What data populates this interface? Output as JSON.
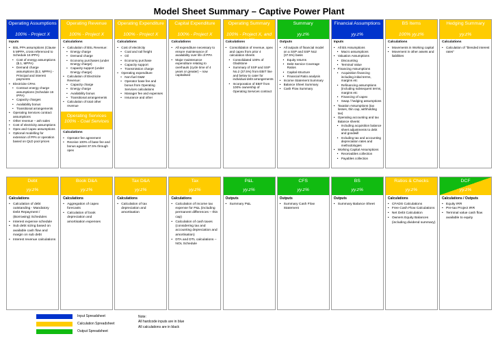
{
  "title": "Model Sheet Summary – Captive Power Plant",
  "colors": {
    "input": "#0033cc",
    "calculation": "#ffcc00",
    "output": "#11bb11"
  },
  "row1": [
    {
      "title": "Operating Assumptions",
      "sub": "100% - Project X",
      "kind": "blue",
      "heading": "Inputs",
      "items": [
        {
          "l": 0,
          "t": "BSL PPA assumptions (Clause 5 MPPA, cross referenced to Schedule 16 IPPA)"
        },
        {
          "l": 1,
          "t": "Cost of energy assumptions ($.1, MPPA)"
        },
        {
          "l": 1,
          "t": "Demand charge assumptions ($.2, MPPA) - Principal and interest payments"
        },
        {
          "l": 0,
          "t": "Electricite CPAs"
        },
        {
          "l": 1,
          "t": "Contract energy charge assumptions (Schedule 16 IPPA)"
        },
        {
          "l": 1,
          "t": "Capacity charges"
        },
        {
          "l": 1,
          "t": "Availability bonus"
        },
        {
          "l": 1,
          "t": "Transitional arrangements"
        },
        {
          "l": 0,
          "t": "Operating Services contract assumptions"
        },
        {
          "l": 0,
          "t": "Other revenue – ash sales"
        },
        {
          "l": 0,
          "t": "Cost of electricity assumptions"
        },
        {
          "l": 0,
          "t": "Opex and Capex assumptions"
        },
        {
          "l": 0,
          "t": "Optional modelling for extension of PPA or operation based on QLD pool prices"
        }
      ]
    },
    {
      "title": "Operating Revenue",
      "sub": "100% - Project X",
      "kind": "yellow",
      "heading": "Calculations",
      "items": [
        {
          "l": 0,
          "t": "Calculation of BSL Revenue:"
        },
        {
          "l": 1,
          "t": "Energy charge"
        },
        {
          "l": 1,
          "t": "Demand charge"
        },
        {
          "l": 1,
          "t": "Economy purchases (under Energy charge)"
        },
        {
          "l": 1,
          "t": "Capacity support (under Energy charge)"
        },
        {
          "l": 0,
          "t": "Calculation of Electricite Revenue:"
        },
        {
          "l": 1,
          "t": "Capacity charge"
        },
        {
          "l": 1,
          "t": "Energy charge"
        },
        {
          "l": 1,
          "t": "Availability bonus"
        },
        {
          "l": 1,
          "t": "Transitional arrangements"
        },
        {
          "l": 0,
          "t": "Calculation of total other revenue"
        }
      ],
      "sub_section": {
        "title": "Operating Services",
        "sub": "100% - Coal Services",
        "heading": "Calculations",
        "items": [
          {
            "l": 0,
            "t": "Operator fee agreement"
          },
          {
            "l": 0,
            "t": "Receive 100% of base fee and bonus against 37.5% through opex"
          }
        ]
      }
    },
    {
      "title": "Operating Expenditure",
      "sub": "100% - Project X",
      "kind": "yellow",
      "heading": "Calculations",
      "items": [
        {
          "l": 0,
          "t": "Cost of electricity"
        },
        {
          "l": 1,
          "t": "Coal and rail freight"
        },
        {
          "l": 1,
          "t": "Oil"
        },
        {
          "l": 1,
          "t": "Economy purchase"
        },
        {
          "l": 1,
          "t": "Capacity support"
        },
        {
          "l": 1,
          "t": "Transmission charge"
        },
        {
          "l": 0,
          "t": "Operating expenditure"
        },
        {
          "l": 1,
          "t": "Non-fuel O&M"
        },
        {
          "l": 1,
          "t": "Operator base fee and bonus from Operating Services calculations"
        },
        {
          "l": 1,
          "t": "Manager fee and expenses"
        },
        {
          "l": 1,
          "t": "Insurance and other"
        }
      ]
    },
    {
      "title": "Capital Expenditure",
      "sub": "100% - Project X",
      "kind": "yellow",
      "heading": "Calculations",
      "items": [
        {
          "l": 0,
          "t": "All expenditure necessary to ensure maintenance of availability over life of PPA"
        },
        {
          "l": 0,
          "t": "Major maintenance expenditure relating to overhauls (cycle time of 4 years or greater) – now capitalised"
        }
      ]
    },
    {
      "title": "Operating Summary",
      "sub": "100% - Project X, and yy.z%",
      "kind": "yellow",
      "heading": "Calculations",
      "items": [
        {
          "l": 0,
          "t": "Consolidation of revenue, opex and capex from prior 4 calculation sheets"
        },
        {
          "l": 1,
          "t": "Consolidated 100% of Gladstone"
        },
        {
          "l": 1,
          "t": "Summary of SSP and SSP No.2 (37.5%) from EBIT line and below to cater for individual debt arrangements"
        },
        {
          "l": 1,
          "t": "Incorporation of EBIT from 100% ownership of Operating Services contract"
        }
      ]
    },
    {
      "title": "Summary",
      "sub": "yy.z%",
      "kind": "green",
      "heading": "Outputs",
      "items": [
        {
          "l": 0,
          "t": "All outputs of financial model on a SSP and SSP No2 (37.5%) basis"
        },
        {
          "l": 1,
          "t": "Equity returns"
        },
        {
          "l": 1,
          "t": "Debt Service Coverage Ratios"
        },
        {
          "l": 1,
          "t": "Capital structure"
        },
        {
          "l": 1,
          "t": "Financial Ratio analysis"
        },
        {
          "l": 0,
          "t": "Income Statement Summary"
        },
        {
          "l": 0,
          "t": "Balance Sheet Summary"
        },
        {
          "l": 0,
          "t": "Cash Flow Summary"
        }
      ]
    },
    {
      "title": "Financial Assumptions",
      "sub": "yy.z%",
      "kind": "blue",
      "heading": "Inputs",
      "items": [
        {
          "l": 0,
          "t": "All BS Assumptions"
        },
        {
          "l": 1,
          "t": "Macro assumptions"
        },
        {
          "l": 0,
          "t": "Valuation Assumptions"
        },
        {
          "l": 1,
          "t": "Discounting"
        },
        {
          "l": 1,
          "t": "Terminal Value"
        },
        {
          "l": 0,
          "t": "Financing Assumptions"
        },
        {
          "l": 1,
          "t": "Acquisition financing including initial terms, margins etc"
        },
        {
          "l": 1,
          "t": "Refinancing assumptions (including subsequent terms, margins etc"
        },
        {
          "l": 1,
          "t": "Financing of capex"
        },
        {
          "l": 1,
          "t": "Swap / hedging assumptions"
        },
        {
          "l": 0,
          "t": "Taxation Assumptions (tax losses, thin cap, withholding tax)"
        },
        {
          "l": 0,
          "t": "Operating accounting and tax Balance sheets:"
        },
        {
          "l": 1,
          "t": "Including acquisition balance sheet adjustments to debt and goodwill"
        },
        {
          "l": 1,
          "t": "Including tax and accounting depreciation rates and methodologies"
        },
        {
          "l": 0,
          "t": "Working Capital Assumptions"
        },
        {
          "l": 1,
          "t": "Receivables collection"
        },
        {
          "l": 1,
          "t": "Payables collection"
        }
      ]
    },
    {
      "title": "BS Items",
      "sub": "100% yy.z%",
      "kind": "yellow",
      "heading": "Calculations",
      "items": [
        {
          "l": 0,
          "t": "Movements in Working capital"
        },
        {
          "l": 0,
          "t": "Movement in other assets and liabilities"
        }
      ]
    },
    {
      "title": "Hedging Summary",
      "sub": "yy.z%",
      "kind": "yellow",
      "heading": "Calculations",
      "items": [
        {
          "l": 0,
          "t": "Calculation of \"blended interest rates\""
        }
      ]
    }
  ],
  "row2": [
    {
      "title": "Debt",
      "sub": "yy.z%",
      "kind": "yellow",
      "heading": "Calculations",
      "items": [
        {
          "l": 0,
          "t": "Calculation of debt outstanding - Mandatory Debt Repayment / (Borrowing) Schedules"
        },
        {
          "l": 0,
          "t": "Interest expense schedule"
        },
        {
          "l": 0,
          "t": "Sub debt sizing based on available cash flow and margin on sub debt"
        },
        {
          "l": 0,
          "t": "Interest revenue calculations"
        }
      ]
    },
    {
      "title": "Book D&A",
      "sub": "yy.z%",
      "kind": "yellow",
      "heading": "Calculations",
      "items": [
        {
          "l": 0,
          "t": "Aggregation of capex forecasts"
        },
        {
          "l": 0,
          "t": "Calculation of book depreciation and amortisation expenses"
        }
      ]
    },
    {
      "title": "Tax D&A",
      "sub": "yy.z%",
      "kind": "yellow",
      "heading": "Calculations",
      "items": [
        {
          "l": 0,
          "t": "Calculation of tax depreciation and amortisation"
        }
      ]
    },
    {
      "title": "Tax",
      "sub": "yy.z%",
      "kind": "yellow",
      "heading": "Calculations",
      "items": [
        {
          "l": 0,
          "t": "Calculation of income tax expense for P&L (including permanent differences – thin cap)"
        },
        {
          "l": 0,
          "t": "Calculation of cash taxes (considering tax and accounting depreciation and amortisation)"
        },
        {
          "l": 0,
          "t": "DTA and DTL calculations – NOL Schedule"
        }
      ]
    },
    {
      "title": "P&L",
      "sub": "yy.z%",
      "kind": "green",
      "heading": "Outputs",
      "items": [
        {
          "l": 0,
          "t": "Summary P&L"
        }
      ]
    },
    {
      "title": "CFS",
      "sub": "yy.z%",
      "kind": "green",
      "heading": "Outputs",
      "items": [
        {
          "l": 0,
          "t": "Summary Cash Flow Statement"
        }
      ]
    },
    {
      "title": "BS",
      "sub": "yy.z%",
      "kind": "green",
      "heading": "Outputs",
      "items": [
        {
          "l": 0,
          "t": "Summary Balance Sheet"
        }
      ]
    },
    {
      "title": "Ratios & Checks",
      "sub": "yy.z%",
      "kind": "yellow",
      "heading": "Calculations",
      "items": [
        {
          "l": 0,
          "t": "CFADS Calculations"
        },
        {
          "l": 0,
          "t": "Free Cash Flow Calculations"
        },
        {
          "l": 0,
          "t": "Net Debt Calculation"
        },
        {
          "l": 0,
          "t": "Owners Equity Balances (including dividend summary)"
        }
      ]
    },
    {
      "title": "DCF",
      "sub": "yy.z%",
      "kind": "diag",
      "heading": "Calculations / Outputs",
      "items": [
        {
          "l": 0,
          "t": "Equity IRR"
        },
        {
          "l": 0,
          "t": "Pre-tax Project IRR"
        },
        {
          "l": 0,
          "t": "Terminal value cash flow available to equity"
        }
      ]
    }
  ],
  "legend": [
    {
      "label": "Input Spreadsheet",
      "kind": "blue"
    },
    {
      "label": "Calculation Spreadsheet",
      "kind": "yellow"
    },
    {
      "label": "Output Spreadsheet",
      "kind": "green"
    }
  ],
  "note": [
    "Note:",
    "All hardcode inputs are in blue",
    "All calculations are in black"
  ]
}
